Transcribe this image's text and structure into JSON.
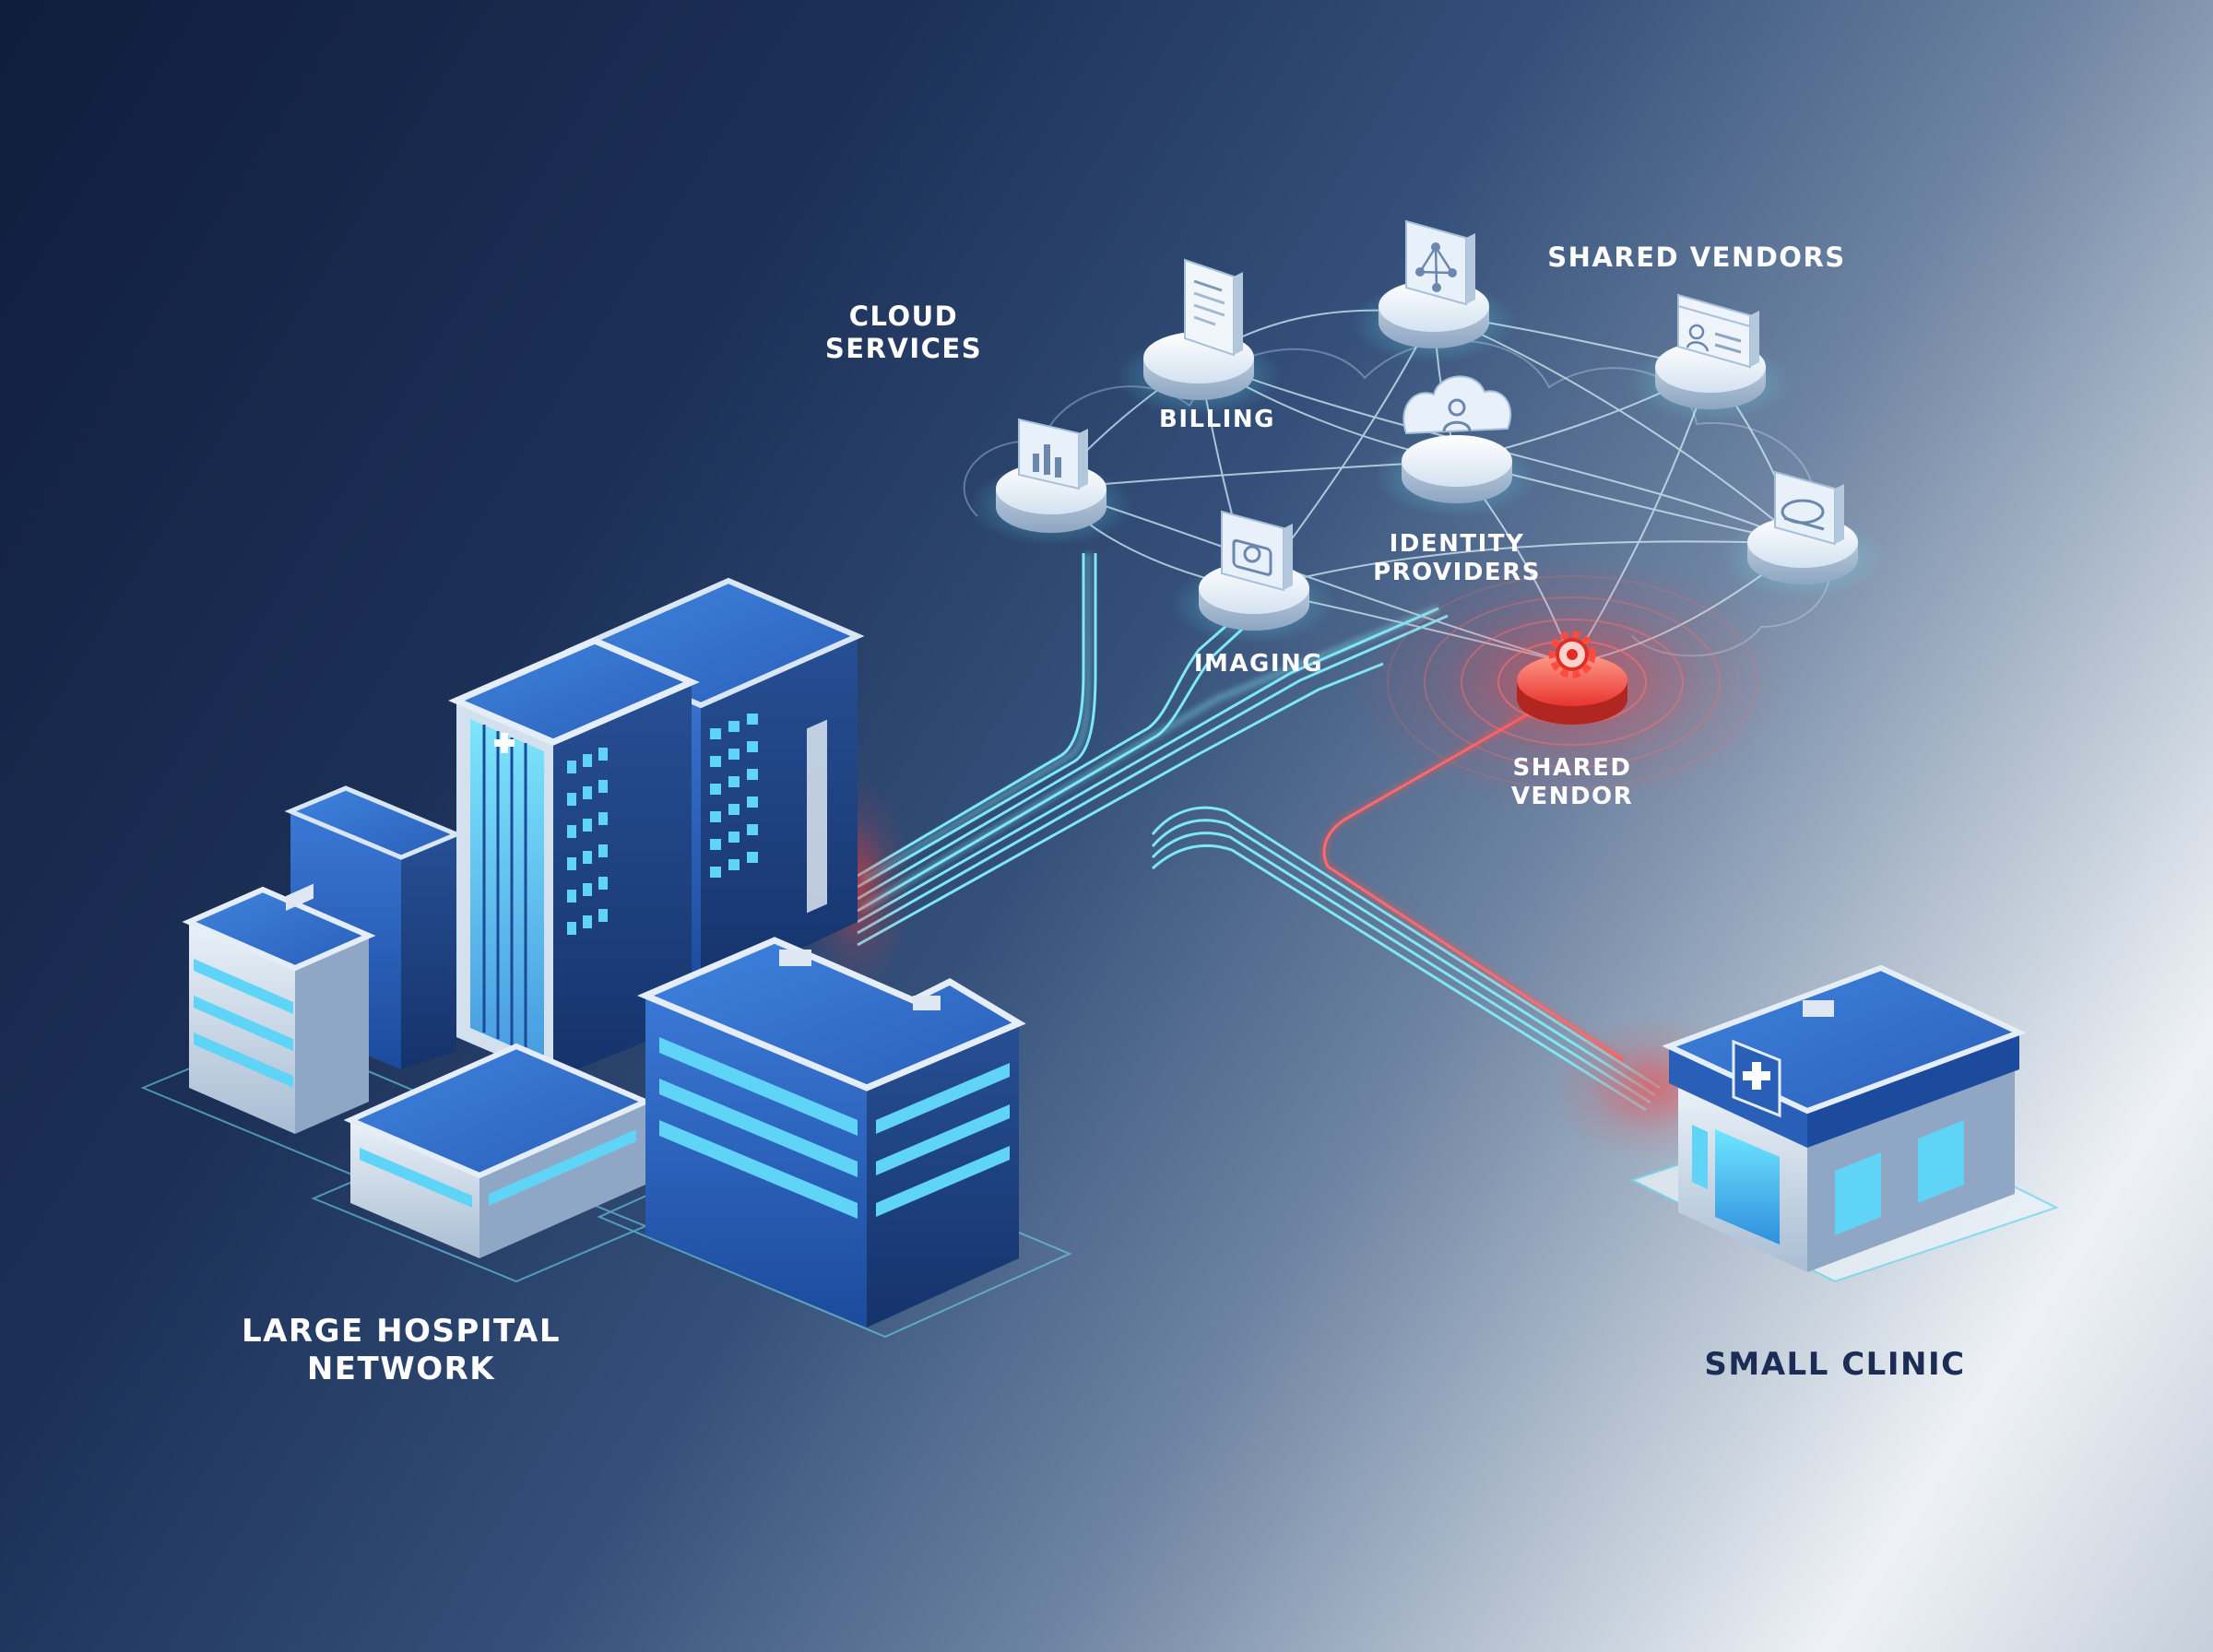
{
  "labels": {
    "cloud_services": "CLOUD\nSERVICES",
    "billing": "BILLING",
    "shared_vendors": "SHARED VENDORS",
    "identity_providers": "IDENTITY\nPROVIDERS",
    "imaging": "IMAGING",
    "shared_vendor": "SHARED\nVENDOR",
    "large_hospital_network": "LARGE HOSPITAL\nNETWORK",
    "small_clinic": "SMALL CLINIC"
  },
  "icons": {
    "analytics": "bar-chart-icon",
    "billing": "invoice-icon",
    "network": "network-nodes-icon",
    "identity": "user-cloud-icon",
    "imaging": "camera-icon",
    "profile": "id-card-icon",
    "device": "scanner-device-icon",
    "vendor": "gear-icon",
    "hospital_cross": "medical-cross-icon"
  },
  "colors": {
    "link_line": "#7ee8f5",
    "alert": "#ff4d4d",
    "label_light": "#ffffff",
    "label_dark": "#1b2c55",
    "building": "#2a5fb8"
  }
}
